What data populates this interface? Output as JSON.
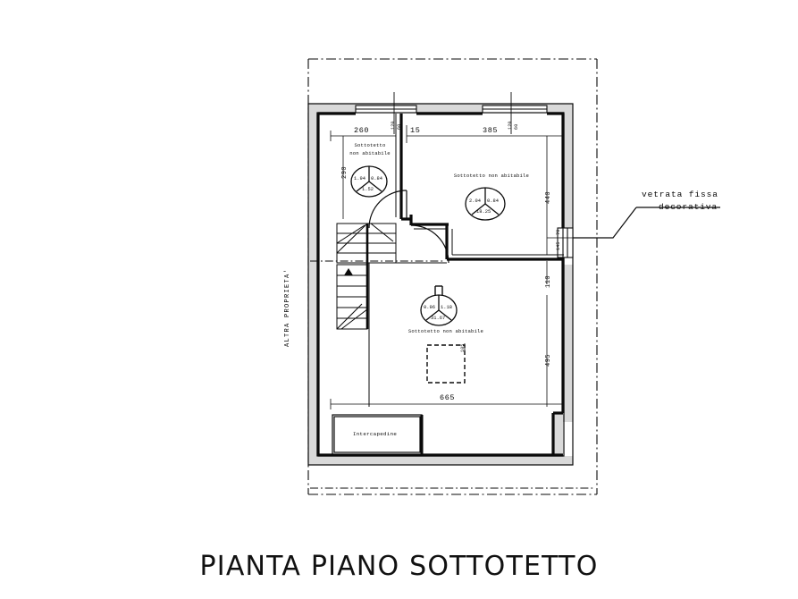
{
  "drawing": {
    "title": "PIANTA PIANO SOTTOTETTO",
    "type": "architectural-floor-plan",
    "language": "it",
    "colors": {
      "ink": "#0a0a0a",
      "wall_fill": "#d9d9d9",
      "background": "#ffffff"
    }
  },
  "boundary": {
    "note_label": "ALTRA PROPRIETA'"
  },
  "annotations": {
    "window_note_line1": "vetrata fissa",
    "window_note_line2": "decorativa"
  },
  "rooms": [
    {
      "id": "room-small-attic",
      "name_line1": "Sottotetto",
      "name_line2": "non abitabile",
      "height_min": "1.94",
      "height_max": "0.84",
      "area": "1.52"
    },
    {
      "id": "room-upper-attic",
      "name_line1": "Sottotetto non abitabile",
      "name_line2": "",
      "height_min": "2.04",
      "height_max": "0.84",
      "area": "18.25"
    },
    {
      "id": "room-lower-attic",
      "name_line1": "Sottotetto non abitabile",
      "name_line2": "",
      "height_min": "0.96",
      "height_max": "1.18",
      "area": "31.67"
    }
  ],
  "service_spaces": [
    {
      "id": "intercapedine",
      "label": "Intercapedine"
    }
  ],
  "dimensions": {
    "top": [
      {
        "value": "260",
        "orientation": "horizontal"
      },
      {
        "value": "15",
        "orientation": "horizontal"
      },
      {
        "value": "385",
        "orientation": "horizontal"
      }
    ],
    "left": [
      {
        "value": "290",
        "orientation": "vertical"
      }
    ],
    "right": [
      {
        "value": "440",
        "orientation": "vertical"
      },
      {
        "value": "110",
        "orientation": "vertical"
      },
      {
        "value": "495",
        "orientation": "vertical"
      }
    ],
    "bottom": [
      {
        "value": "665",
        "orientation": "horizontal"
      }
    ],
    "openings": [
      {
        "id": "window-top-left",
        "width": "120",
        "height": "60"
      },
      {
        "id": "window-top-right",
        "width": "120",
        "height": "60"
      },
      {
        "id": "window-right-jamb",
        "width": "70",
        "height": "145"
      },
      {
        "id": "hatch-lower",
        "width": "105",
        "height": "105"
      }
    ]
  }
}
